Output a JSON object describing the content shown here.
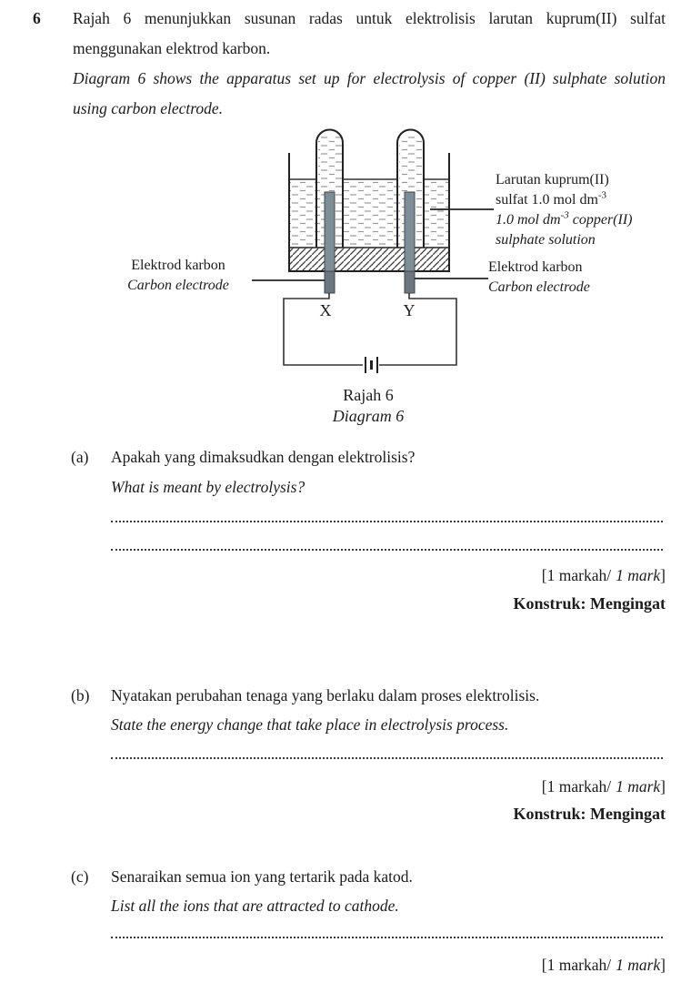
{
  "intro": {
    "question_number": "6",
    "malay_lines": [
      "Rajah 6 menunjukkan susunan radas untuk elektrolisis larutan kuprum(II) sulfat",
      "menggunakan elektrod karbon."
    ],
    "english_lines": [
      "Diagram 6 shows the apparatus set up for electrolysis of copper (II) sulphate solution",
      "using carbon electrode."
    ]
  },
  "diagram": {
    "solution_label": {
      "line1": "Larutan kuprum(II)",
      "line2_pre": "sulfat 1.0 mol dm",
      "line2_sup": "-3",
      "line3_pre": "1.0 mol dm",
      "line3_sup": "-3",
      "line3_post": " copper(II)",
      "line4": "sulphate solution"
    },
    "left_electrode_label": {
      "malay": "Elektrod karbon",
      "english": "Carbon electrode"
    },
    "right_electrode_label": {
      "malay": "Elektrod karbon",
      "english": "Carbon electrode"
    },
    "terminals": {
      "x": "X",
      "y": "Y"
    },
    "caption": {
      "malay": "Rajah 6",
      "english": "Diagram 6"
    },
    "colors": {
      "electrode": "#7e8e99",
      "electrode_below_base": "#6a7680",
      "outline": "#222222",
      "liquid_dash": "#999999"
    }
  },
  "sections": [
    {
      "label": "(a)",
      "question_malay": "Apakah yang dimaksudkan dengan elektrolisis?",
      "question_english": "What is meant by electrolysis?",
      "marks_open": "[1 markah/",
      "marks_italic": "1 mark",
      "marks_close": "]",
      "construct": "Konstruk: Mengingat"
    },
    {
      "label": "(b)",
      "question_malay": "Nyatakan perubahan tenaga yang berlaku dalam proses elektrolisis.",
      "question_english": "State the energy change that take place in electrolysis process.",
      "marks_open": "[1 markah/",
      "marks_italic": "1 mark",
      "marks_close": "]",
      "construct": "Konstruk: Mengingat"
    },
    {
      "label": "(c)",
      "question_malay": "Senaraikan semua ion yang tertarik pada katod.",
      "question_english": "List all the ions that are attracted to cathode.",
      "marks_open": "[1 markah/",
      "marks_italic": "1 mark",
      "marks_close": "]"
    }
  ]
}
